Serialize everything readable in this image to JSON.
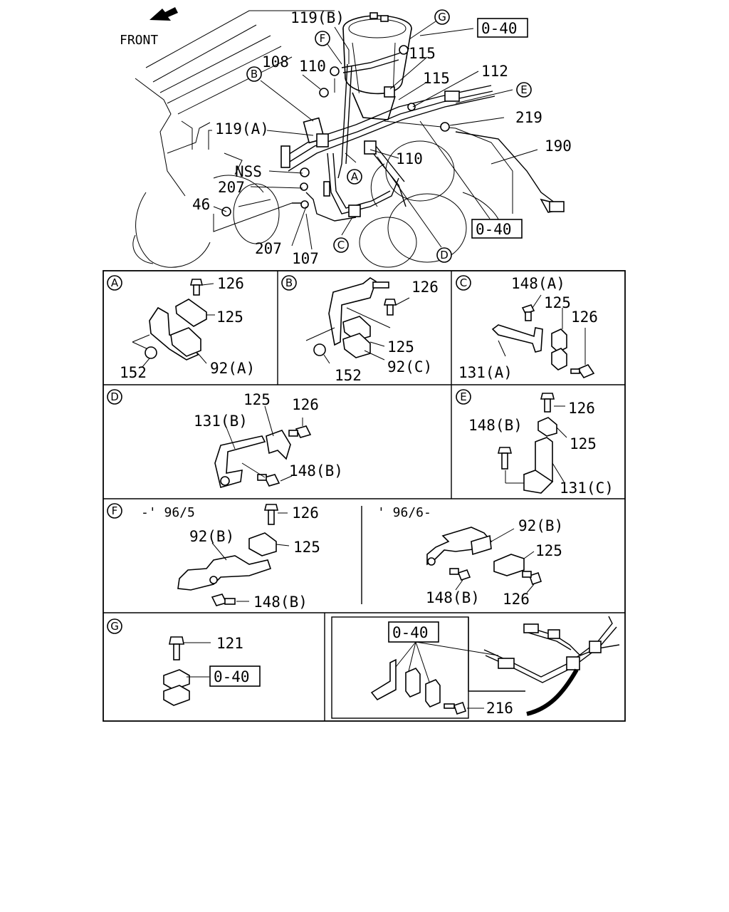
{
  "direction_label": "FRONT",
  "callouts": [
    "A",
    "B",
    "C",
    "D",
    "E",
    "F",
    "G"
  ],
  "main_labels": {
    "p119b": "119(B)",
    "pG": "G",
    "ref040_top": "0-40",
    "pF": "F",
    "p115a": "115",
    "p108": "108",
    "p110a": "110",
    "pB": "B",
    "p115b": "115",
    "p112": "112",
    "pE": "E",
    "p219": "219",
    "p119a": "119(A)",
    "p190": "190",
    "p110b": "110",
    "pNSS": "NSS",
    "p207a": "207",
    "p46": "46",
    "pA": "A",
    "ref040_mid": "0-40",
    "p207b": "207",
    "p107": "107",
    "pC": "C",
    "pD": "D"
  },
  "panel_a": {
    "p126": "126",
    "p125": "125",
    "p152": "152",
    "p92a": "92(A)"
  },
  "panel_b": {
    "p126": "126",
    "p125": "125",
    "p152": "152",
    "p92c": "92(C)"
  },
  "panel_c": {
    "p148a": "148(A)",
    "p125": "125",
    "p126": "126",
    "p131a": "131(A)"
  },
  "panel_d": {
    "p125": "125",
    "p126": "126",
    "p131b": "131(B)",
    "p148b": "148(B)"
  },
  "panel_e": {
    "p126": "126",
    "p148b": "148(B)",
    "p125": "125",
    "p131c": "131(C)"
  },
  "panel_f": {
    "period_early": "-' 96/5",
    "period_late": "' 96/6-",
    "p126a": "126",
    "p92b_a": "92(B)",
    "p125a": "125",
    "p148b_a": "148(B)",
    "p92b_b": "92(B)",
    "p125b": "125",
    "p148b_b": "148(B)",
    "p126b": "126"
  },
  "panel_g": {
    "p121": "121",
    "ref040": "0-40"
  },
  "panel_h": {
    "ref040": "0-40",
    "p216": "216"
  }
}
